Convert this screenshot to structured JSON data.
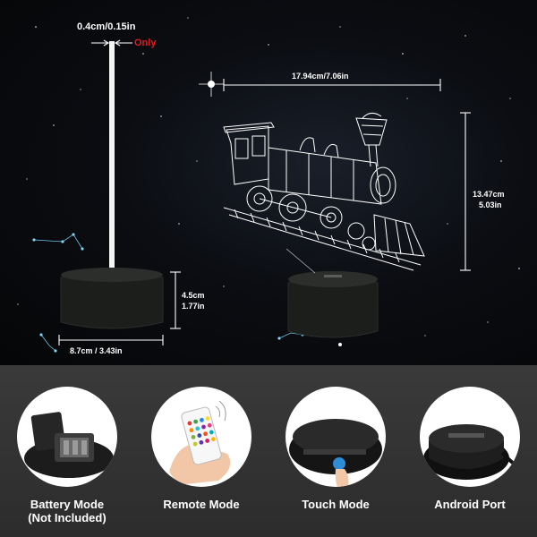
{
  "dimensions": {
    "thickness": "0.4cm/0.15in",
    "only": "Only",
    "width_top": "17.94cm/7.06in",
    "height_cm": "13.47cm",
    "height_in": "5.03in",
    "base_height_cm": "4.5cm",
    "base_height_in": "1.77in",
    "base_width": "8.7cm / 3.43in"
  },
  "modes": [
    {
      "line1": "Battery Mode",
      "line2": "(Not Included)",
      "icon": "battery-compartment-icon"
    },
    {
      "line1": "Remote Mode",
      "line2": "",
      "icon": "remote-control-icon"
    },
    {
      "line1": "Touch Mode",
      "line2": "",
      "icon": "touch-button-icon"
    },
    {
      "line1": "Android Port",
      "line2": "",
      "icon": "usb-port-icon"
    }
  ],
  "colors": {
    "accent": "#e21b1b",
    "background": "#050607",
    "panel": "#333333",
    "text": "#ffffff"
  }
}
